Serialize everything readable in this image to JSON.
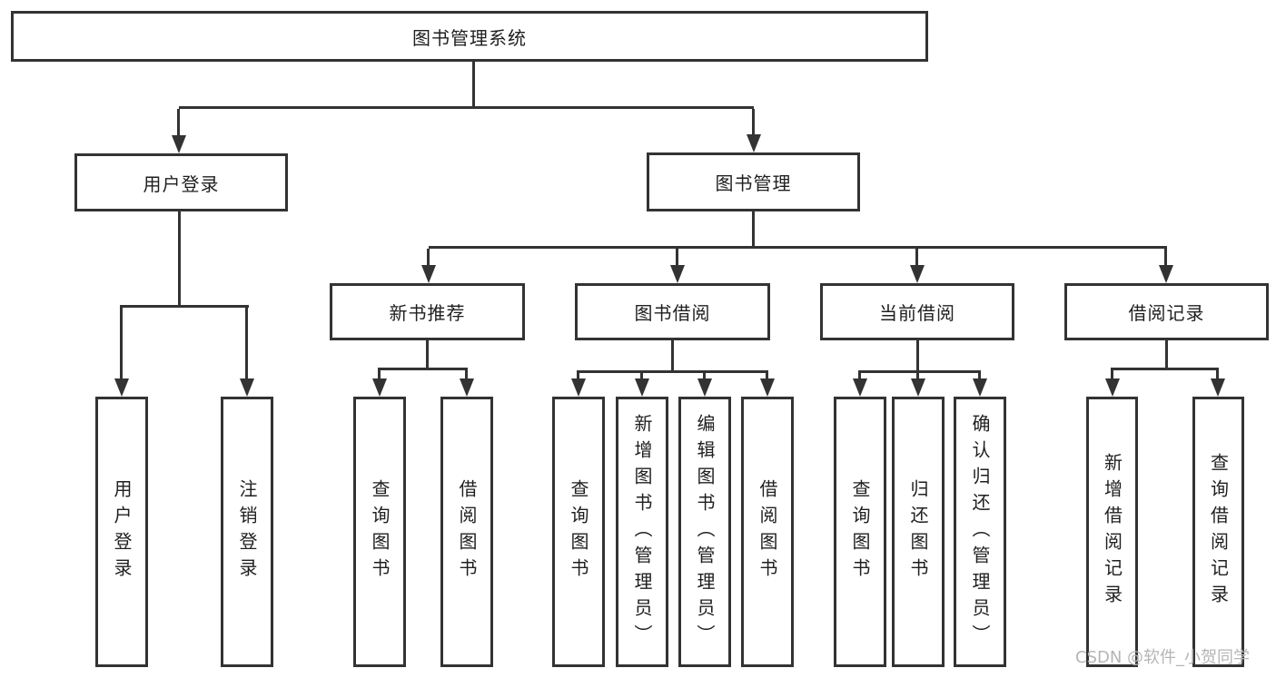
{
  "diagram": {
    "root": {
      "label": "图书管理系统"
    },
    "branches": [
      {
        "label": "用户登录",
        "leaves": [
          {
            "label": "用户登录"
          },
          {
            "label": "注销登录"
          }
        ]
      },
      {
        "label": "图书管理",
        "groups": [
          {
            "label": "新书推荐",
            "leaves": [
              {
                "label": "查询图书"
              },
              {
                "label": "借阅图书"
              }
            ]
          },
          {
            "label": "图书借阅",
            "leaves": [
              {
                "label": "查询图书"
              },
              {
                "label": "新增图书（管理员）"
              },
              {
                "label": "编辑图书（管理员）"
              },
              {
                "label": "借阅图书"
              }
            ]
          },
          {
            "label": "当前借阅",
            "leaves": [
              {
                "label": "查询图书"
              },
              {
                "label": "归还图书"
              },
              {
                "label": "确认归还（管理员）"
              }
            ]
          },
          {
            "label": "借阅记录",
            "leaves": [
              {
                "label": "新增借阅记录"
              },
              {
                "label": "查询借阅记录"
              }
            ]
          }
        ]
      }
    ]
  },
  "watermark": {
    "text": "CSDN @软件_小贺同学"
  },
  "colors": {
    "line": "#333333",
    "box_background": "#ffffff",
    "text": "#1f1f1f",
    "watermark": "#b5b5b5",
    "page_background": "#ffffff"
  }
}
